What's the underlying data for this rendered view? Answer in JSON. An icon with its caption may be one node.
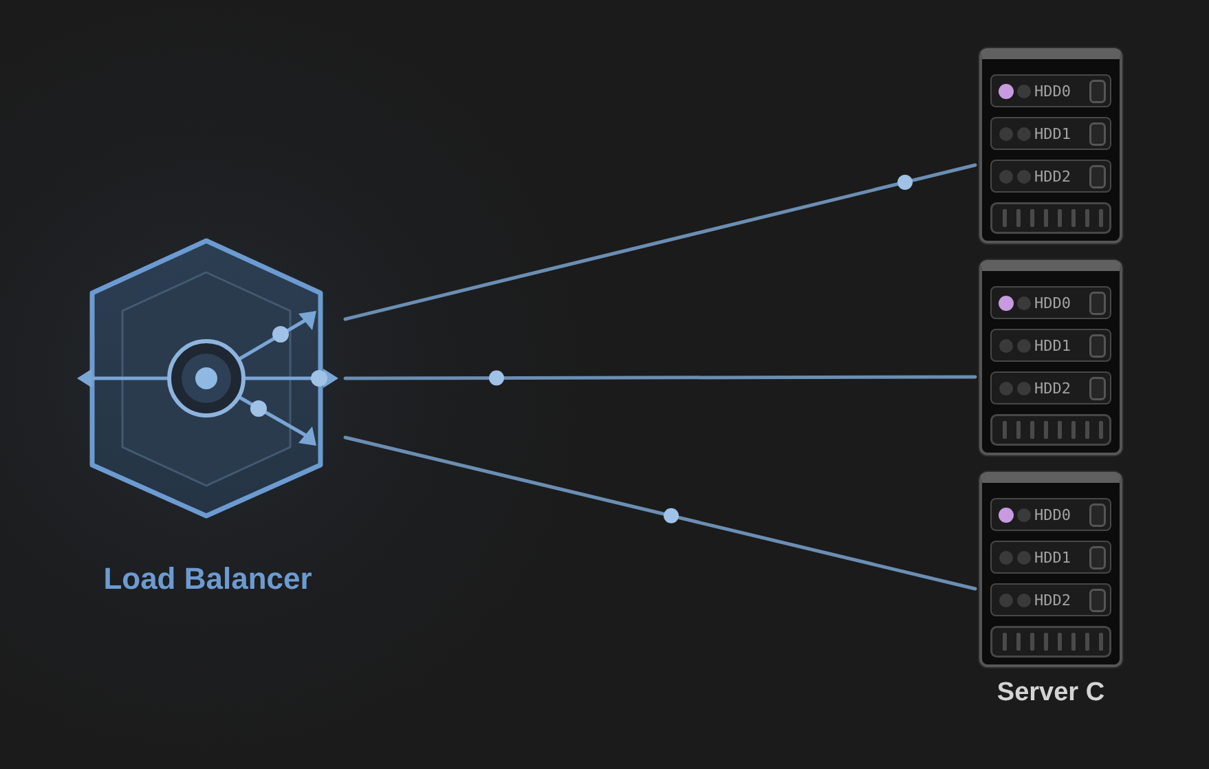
{
  "diagram": {
    "nodes": [
      {
        "text": [
          "Load Balancer"
        ]
      },
      {
        "text": [],
        "shape": "box"
      },
      {
        "text": [
          "HDD0"
        ],
        "in": 1
      },
      {
        "text": [
          "HDD1"
        ],
        "in": 1
      },
      {
        "text": [
          "HDD2"
        ],
        "in": 1
      },
      {
        "text": [],
        "shape": "box"
      },
      {
        "text": [
          "HDD0"
        ],
        "in": 5
      },
      {
        "text": [
          "HDD1"
        ],
        "in": 5
      },
      {
        "text": [
          "HDD2"
        ],
        "in": 5
      },
      {
        "text": [
          "Server C"
        ]
      },
      {
        "text": [
          "HDD0"
        ],
        "in": 9
      },
      {
        "text": [
          "HDD1"
        ],
        "in": 9
      },
      {
        "text": [
          "HDD2"
        ],
        "in": 9
      }
    ],
    "edges": [
      {
        "from": 0,
        "to": 1,
        "arrow": "none"
      },
      {
        "from": 0,
        "to": 5,
        "arrow": "none"
      },
      {
        "from": 0,
        "to": 9,
        "arrow": "none"
      }
    ]
  }
}
